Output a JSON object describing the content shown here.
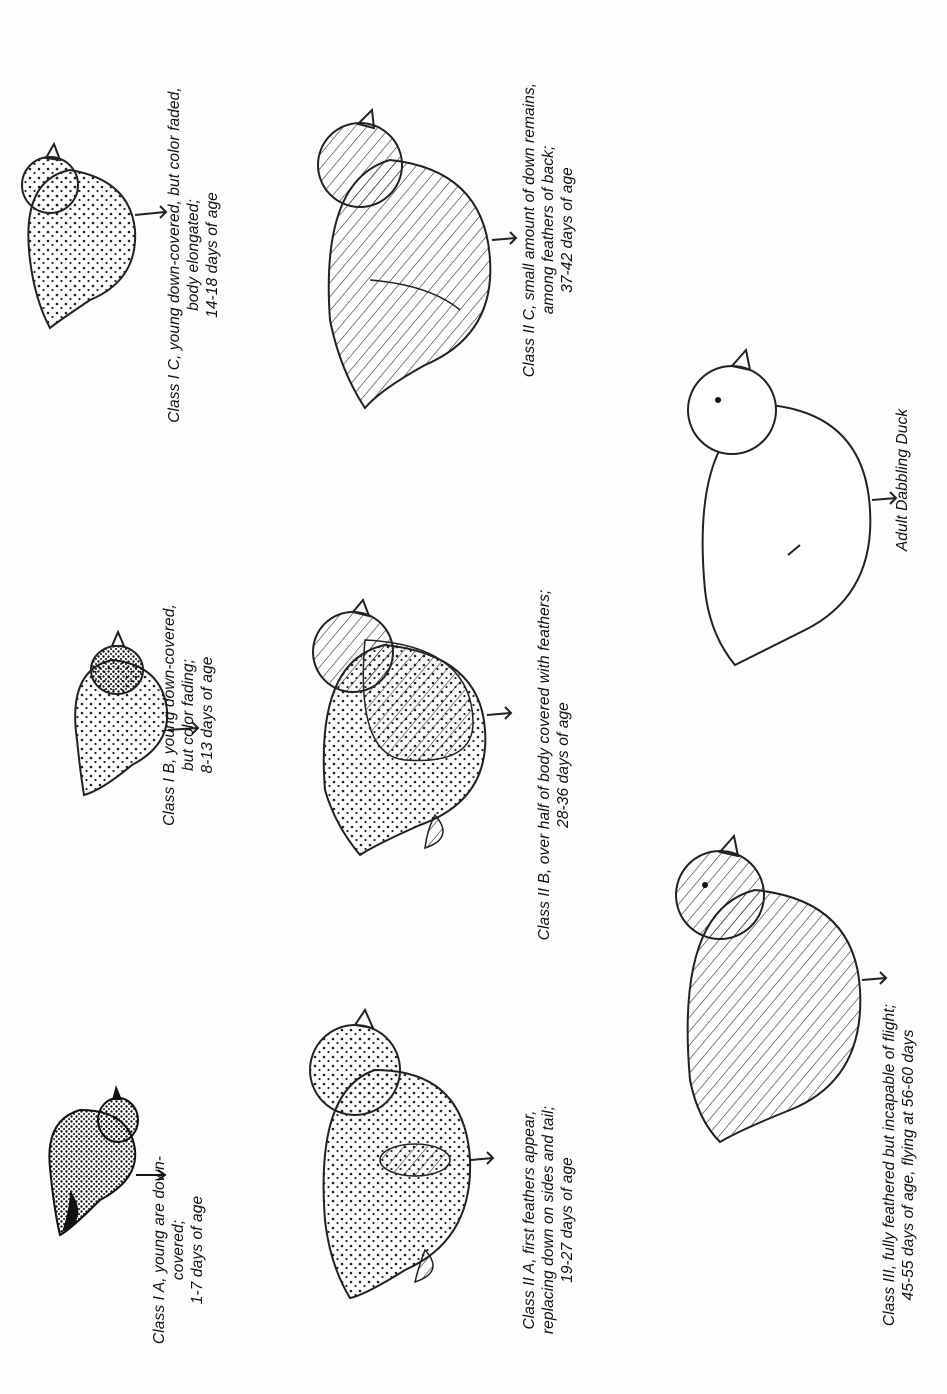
{
  "stages": [
    {
      "id": "class-ia",
      "lines": [
        "Class I A, young are down-covered;",
        "1-7 days of age"
      ]
    },
    {
      "id": "class-ib",
      "lines": [
        "Class I B, young down-covered,",
        "but color fading;",
        "8-13 days of age"
      ]
    },
    {
      "id": "class-ic",
      "lines": [
        "Class I C, young down-covered, but color faded,",
        "body elongated;",
        "14-18 days of age"
      ]
    },
    {
      "id": "class-iia",
      "lines": [
        "Class II A, first feathers appear,",
        "replacing down on sides and tail;",
        "19-27 days of age"
      ]
    },
    {
      "id": "class-iib",
      "lines": [
        "Class II B, over half of body covered with feathers;",
        "28-36 days of age"
      ]
    },
    {
      "id": "class-iic",
      "lines": [
        "Class II C, small amount of down remains,",
        "among feathers of back;",
        "37-42 days of age"
      ]
    },
    {
      "id": "class-iii",
      "lines": [
        "Class III, fully feathered but incapable of flight;",
        "45-55 days of age, flying at 56-60 days"
      ]
    },
    {
      "id": "adult",
      "lines": [
        "Adult Dabbling Duck"
      ]
    }
  ]
}
